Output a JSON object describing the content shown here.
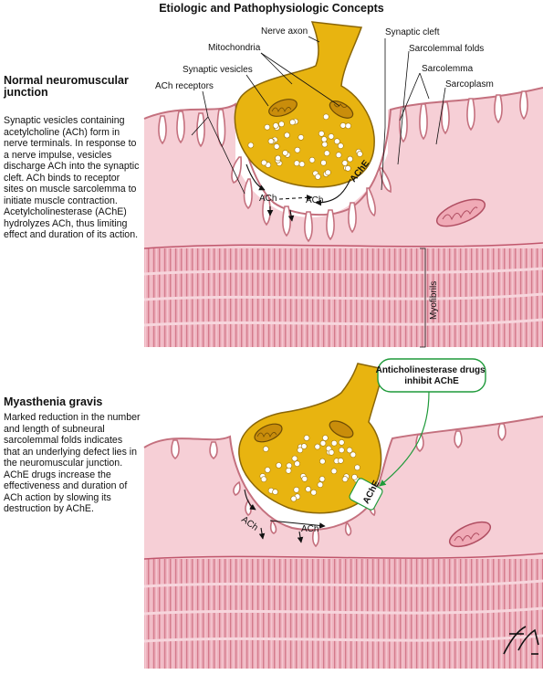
{
  "title": "Etiologic and Pathophysiologic Concepts",
  "normal": {
    "heading": "Normal neuromuscular junction",
    "description": "Synaptic vesicles containing acetylcholine (ACh) form in nerve terminals. In response to a nerve impulse, vesicles discharge ACh into the synaptic cleft. ACh binds to receptor sites on muscle sarcolemma to initiate muscle contraction. Acetylcholinesterase (AChE) hydrolyzes ACh, thus limiting effect and duration of its action.",
    "labels": {
      "nerve_axon": "Nerve axon",
      "mitochondria": "Mitochondria",
      "synaptic_vesicles": "Synaptic vesicles",
      "ach_receptors": "ACh receptors",
      "synaptic_cleft": "Synaptic cleft",
      "sarcolemmal_folds": "Sarcolemmal folds",
      "sarcolemma": "Sarcolemma",
      "sarcoplasm": "Sarcoplasm",
      "myofibrils": "Myofibrils",
      "ach_left": "ACh",
      "ach_right": "ACh",
      "ache": "AChE"
    }
  },
  "myasthenia": {
    "heading": "Myasthenia gravis",
    "description": "Marked reduction in the number and length of subneural sarcolemmal folds indicates that an underlying defect lies in the neuromuscular junction. AChE drugs increase the effectiveness and duration of ACh action by slowing its destruction by AChE.",
    "callout": "Anticholinesterase drugs inhibit AChE",
    "labels": {
      "ach_left": "ACh",
      "ach_right": "ACh",
      "ache": "AChE"
    }
  },
  "colors": {
    "axon": "#e8b410",
    "axon_edge": "#8a6608",
    "sarcoplasm": "#f6cfd6",
    "sarcolemma": "#c4707e",
    "myofibril": "#e7a2b0",
    "myofibril_dark": "#c0566c",
    "callout": "#1f9a3a"
  }
}
